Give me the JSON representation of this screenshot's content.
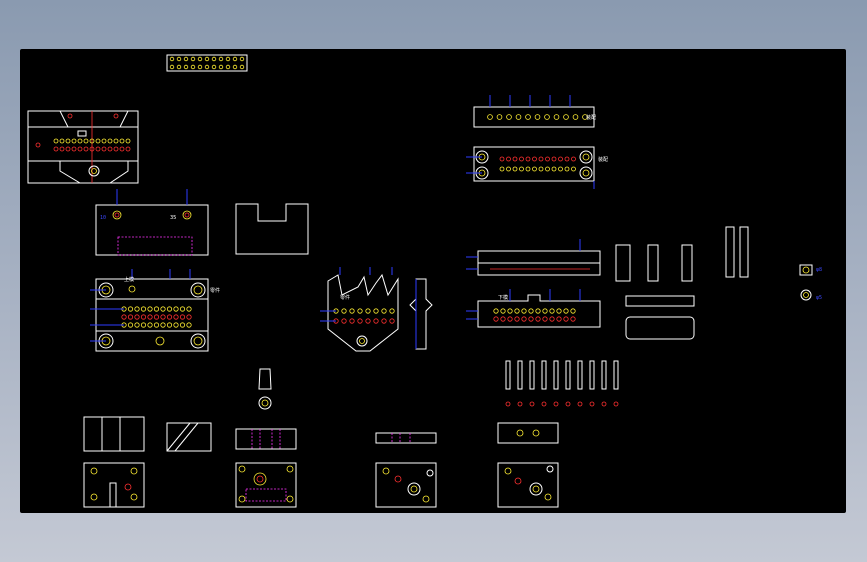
{
  "app": {
    "background_top": "#8a9ab0",
    "background_bottom": "#c4c9d4",
    "drawing_background": "#000000"
  },
  "drawing": {
    "labels": {
      "top_right_title": "装配",
      "mid_right_title": "下模",
      "mid_left_title": "上模",
      "small_tag": "零件"
    },
    "colors": {
      "outline": "#ffffff",
      "dimension": "#2e3cff",
      "hole_red": "#ff3030",
      "hole_yellow": "#ffee33",
      "hidden_magenta": "#ff33ff",
      "center_green": "#33ff66"
    }
  }
}
